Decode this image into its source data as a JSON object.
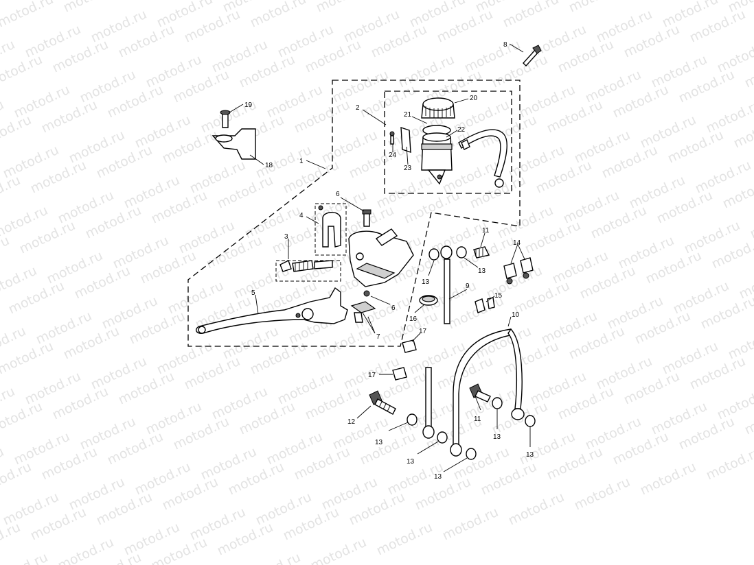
{
  "watermark": {
    "text": "motod.ru"
  },
  "callouts": [
    {
      "id": "c1",
      "label": "1"
    },
    {
      "id": "c2",
      "label": "2"
    },
    {
      "id": "c3",
      "label": "3"
    },
    {
      "id": "c4",
      "label": "4"
    },
    {
      "id": "c5",
      "label": "5"
    },
    {
      "id": "c6a",
      "label": "6"
    },
    {
      "id": "c6b",
      "label": "6"
    },
    {
      "id": "c7",
      "label": "7"
    },
    {
      "id": "c8",
      "label": "8"
    },
    {
      "id": "c9",
      "label": "9"
    },
    {
      "id": "c10",
      "label": "10"
    },
    {
      "id": "c11a",
      "label": "11"
    },
    {
      "id": "c11b",
      "label": "11"
    },
    {
      "id": "c12",
      "label": "12"
    },
    {
      "id": "c13a",
      "label": "13"
    },
    {
      "id": "c13b",
      "label": "13"
    },
    {
      "id": "c13c",
      "label": "13"
    },
    {
      "id": "c13d",
      "label": "13"
    },
    {
      "id": "c13e",
      "label": "13"
    },
    {
      "id": "c13f",
      "label": "13"
    },
    {
      "id": "c13g",
      "label": "13"
    },
    {
      "id": "c14",
      "label": "14"
    },
    {
      "id": "c15",
      "label": "15"
    },
    {
      "id": "c16",
      "label": "16"
    },
    {
      "id": "c17a",
      "label": "17"
    },
    {
      "id": "c17b",
      "label": "17"
    },
    {
      "id": "c18",
      "label": "18"
    },
    {
      "id": "c19",
      "label": "19"
    },
    {
      "id": "c20",
      "label": "20"
    },
    {
      "id": "c21",
      "label": "21"
    },
    {
      "id": "c22",
      "label": "22"
    },
    {
      "id": "c23",
      "label": "23"
    },
    {
      "id": "c24",
      "label": "24"
    }
  ]
}
